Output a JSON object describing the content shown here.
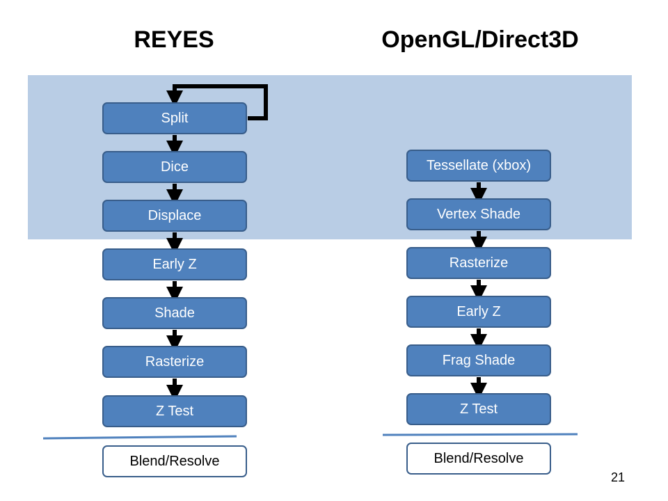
{
  "reyes": {
    "title": "REYES",
    "stages": [
      "Split",
      "Dice",
      "Displace",
      "Early Z",
      "Shade",
      "Rasterize",
      "Z Test"
    ],
    "final_stage": "Blend/Resolve"
  },
  "opengl": {
    "title": "OpenGL/Direct3D",
    "stages": [
      "Tessellate (xbox)",
      "Vertex Shade",
      "Rasterize",
      "Early Z",
      "Frag Shade",
      "Z Test"
    ],
    "final_stage": "Blend/Resolve"
  },
  "page_number": "21",
  "colors": {
    "band": "#b9cde5",
    "stage_fill": "#4f81bd",
    "stage_border": "#385d8a",
    "divider": "#4f81bd"
  }
}
